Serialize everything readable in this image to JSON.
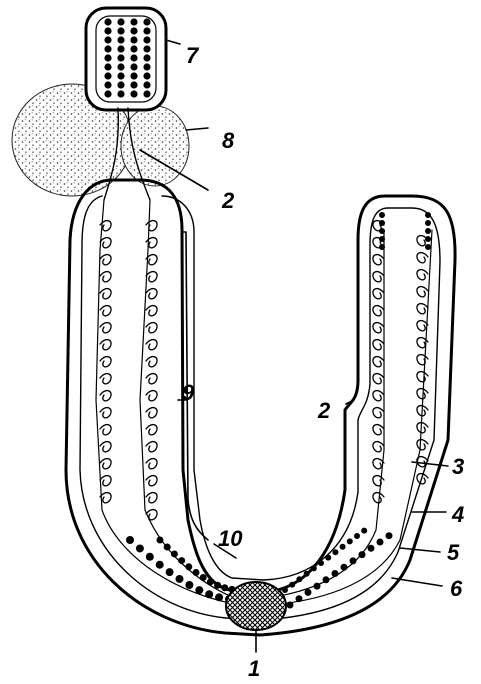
{
  "labels": {
    "l1": "1",
    "l2a": "2",
    "l2b": "2",
    "l3": "3",
    "l4": "4",
    "l5": "5",
    "l6": "6",
    "l7": "7",
    "l8": "8",
    "l9": "9",
    "l10": "10"
  }
}
